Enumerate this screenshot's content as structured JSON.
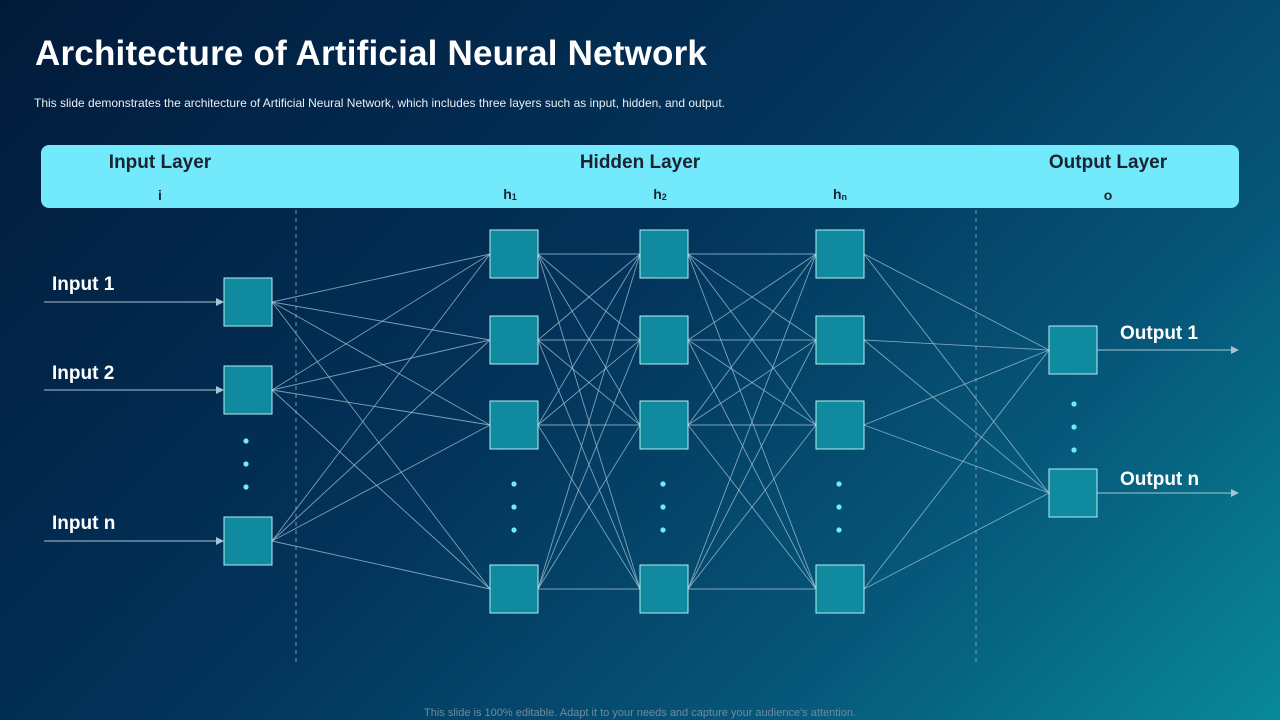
{
  "slide": {
    "title": "Architecture of Artificial Neural Network",
    "subtitle": "This slide demonstrates the architecture of Artificial Neural Network, which includes three layers such as input, hidden, and output.",
    "footer": "This slide is 100% editable. Adapt it to your needs and capture your audience's attention."
  },
  "header": {
    "input_layer": "Input Layer",
    "input_symbol": "i",
    "hidden_layer": "Hidden Layer",
    "h1_base": "h",
    "h1_sub": "1",
    "h2_base": "h",
    "h2_sub": "2",
    "hn_base": "h",
    "hn_sub": "n",
    "output_layer": "Output Layer",
    "output_symbol": "o"
  },
  "inputs": [
    "Input 1",
    "Input 2",
    "Input n"
  ],
  "outputs": [
    "Output 1",
    "Output n"
  ],
  "colors": {
    "header_bar": "#72eafc",
    "node_fill": "#0f8a9f",
    "node_border": "#b6eef6",
    "connection": "#a7c4d4",
    "dots": "#72eafc"
  }
}
